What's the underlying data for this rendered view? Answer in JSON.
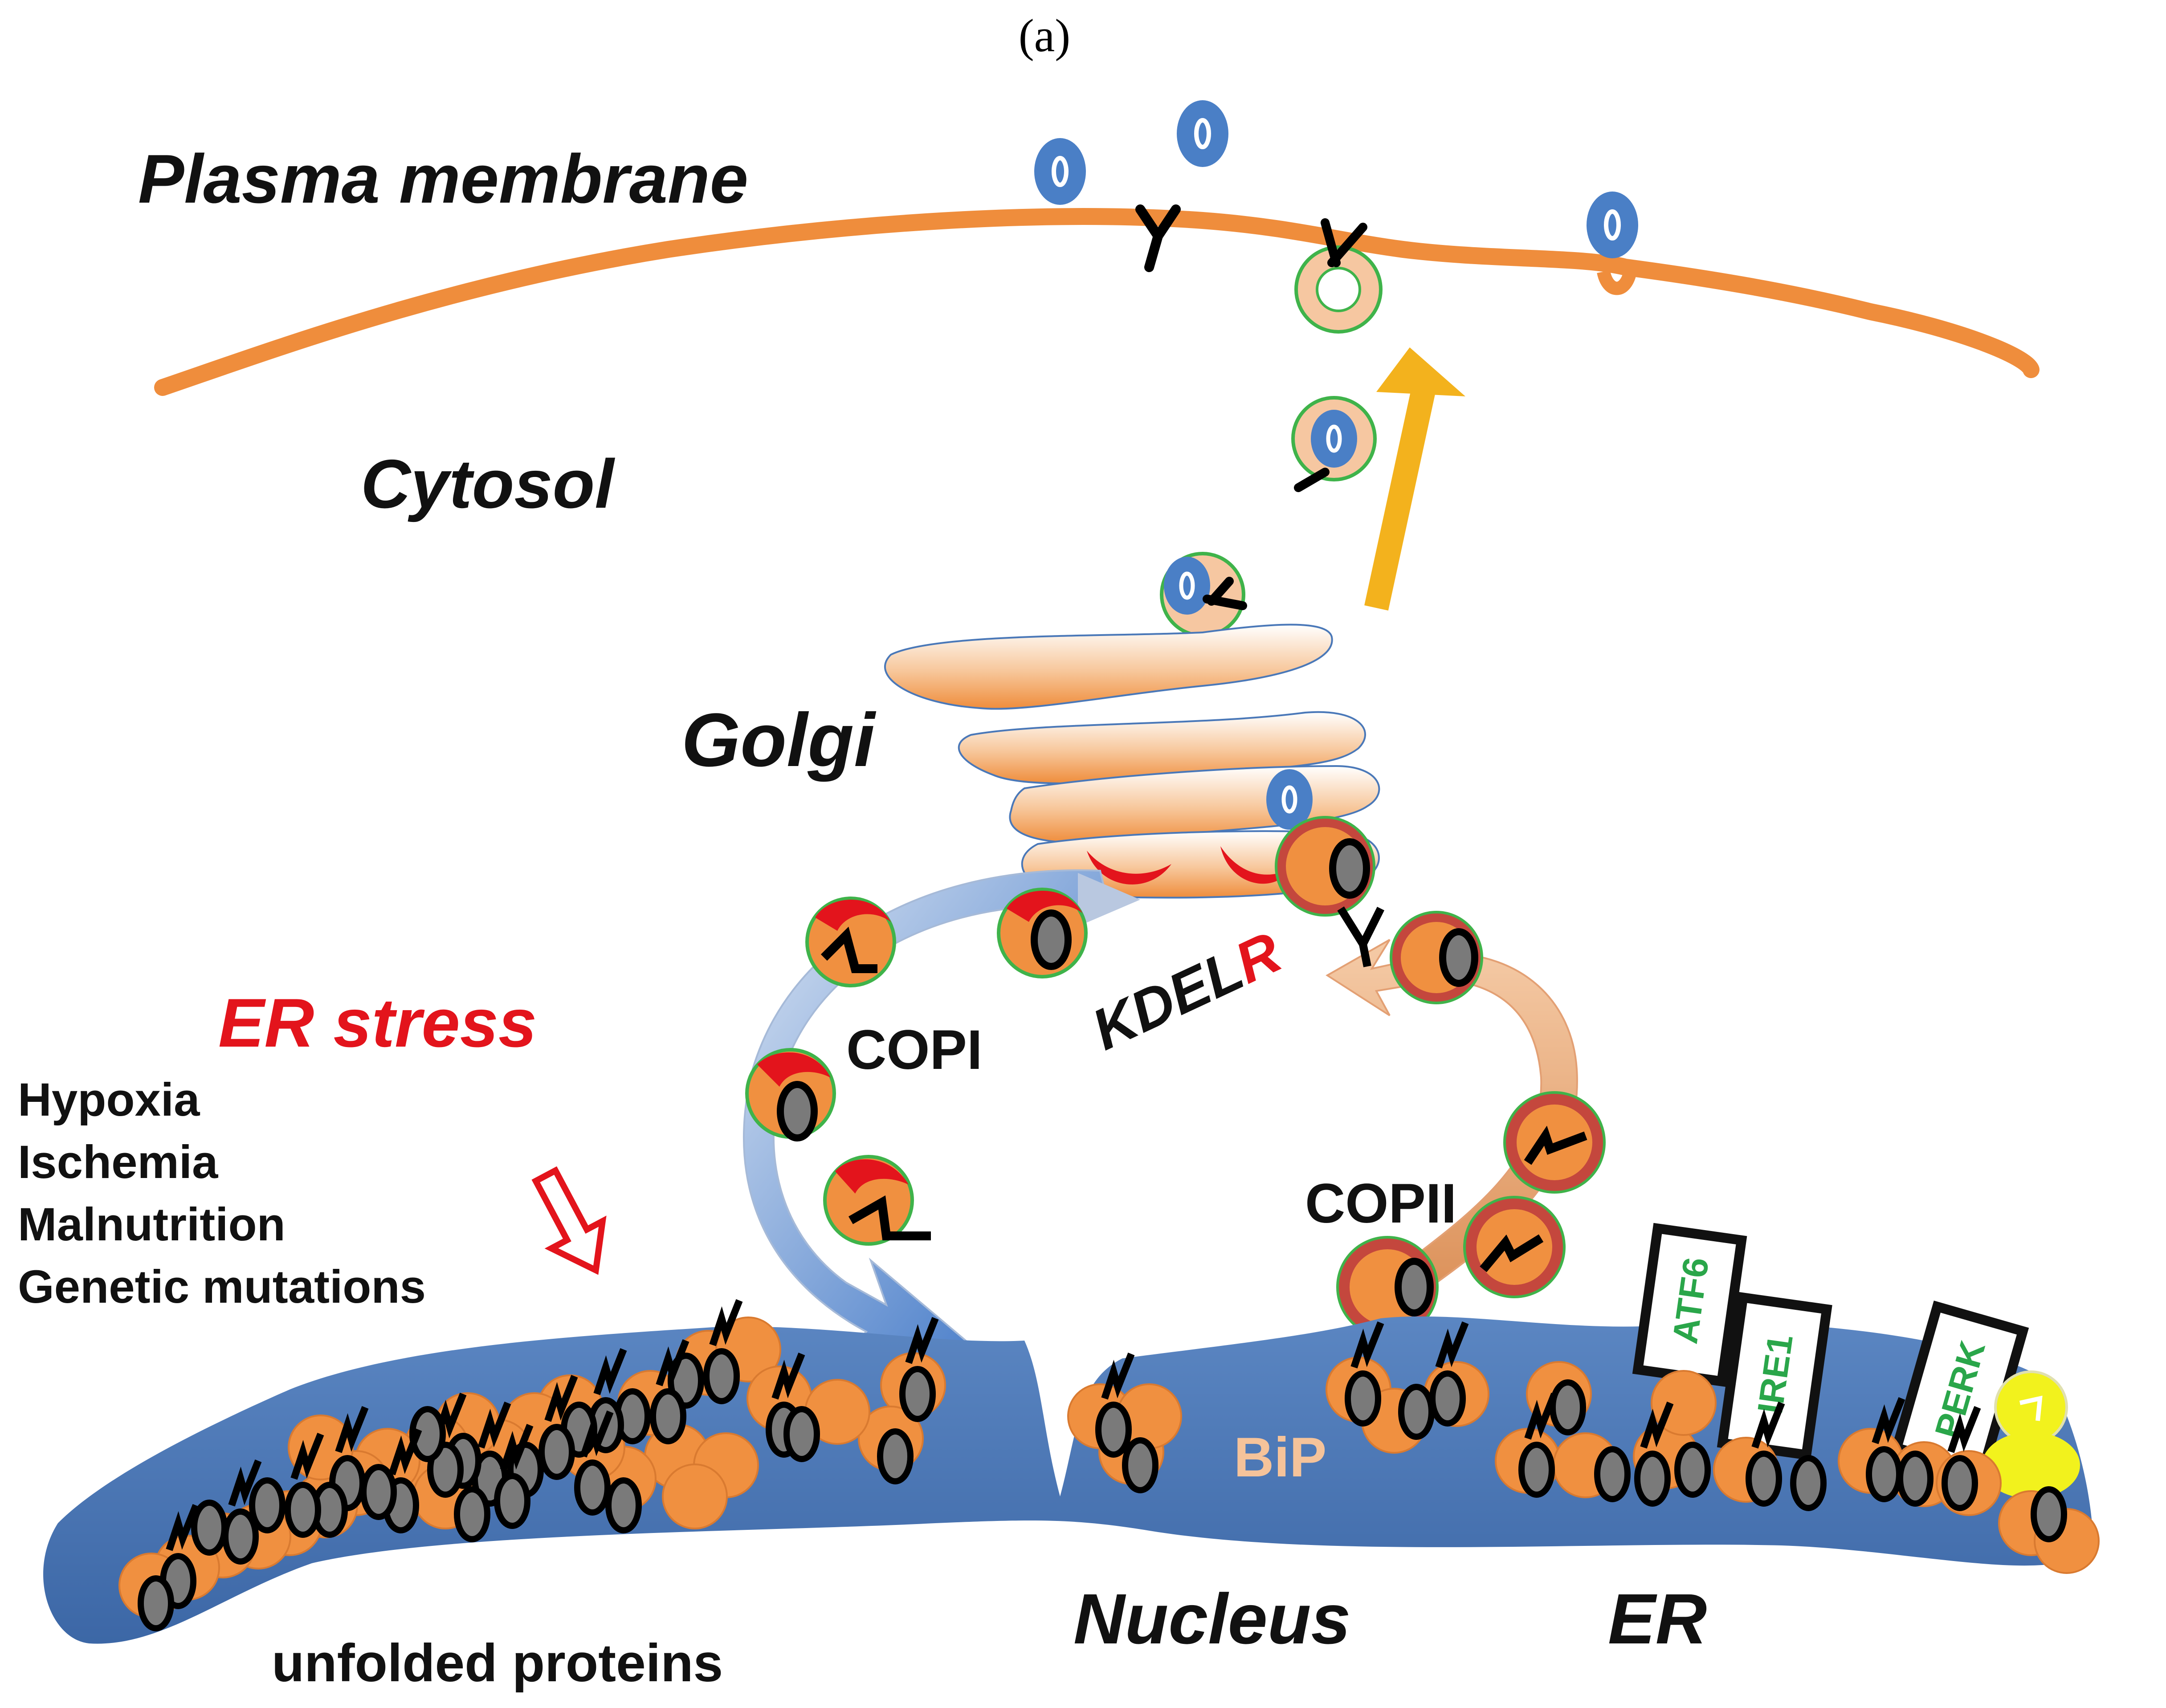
{
  "panel_label": "(a)",
  "labels": {
    "plasma_membrane": "Plasma membrane",
    "cytosol": "Cytosol",
    "golgi": "Golgi",
    "copi": "COPI",
    "copii": "COPII",
    "kdel": "KDEL",
    "kdel_r": "R",
    "er_stress": "ER stress",
    "bip": "BiP",
    "nucleus": "Nucleus",
    "er": "ER",
    "unfolded_proteins": "unfolded proteins",
    "atf6": "ATF6",
    "ire1": "IRE1",
    "perk": "PERK"
  },
  "stress_causes": [
    "Hypoxia",
    "Ischemia",
    "Malnutrition",
    "Genetic mutations"
  ],
  "colors": {
    "membrane": "#ef8d3c",
    "er_body": "#4a78b8",
    "chaperone": "#f09040",
    "cargo_blue": "#4a7fc6",
    "coatomer_red": "#e3141c",
    "vesicle_ring_green": "#3fb34a",
    "copii_ring": "#c4473d",
    "stress_red": "#e3141c",
    "sensor_text_green": "#2aa64a",
    "export_arrow": "#f3b21d",
    "copi_arrow": "#2f6bc2",
    "copii_arrow": "#e3a074",
    "ligand_yellow": "#f2f21d"
  }
}
